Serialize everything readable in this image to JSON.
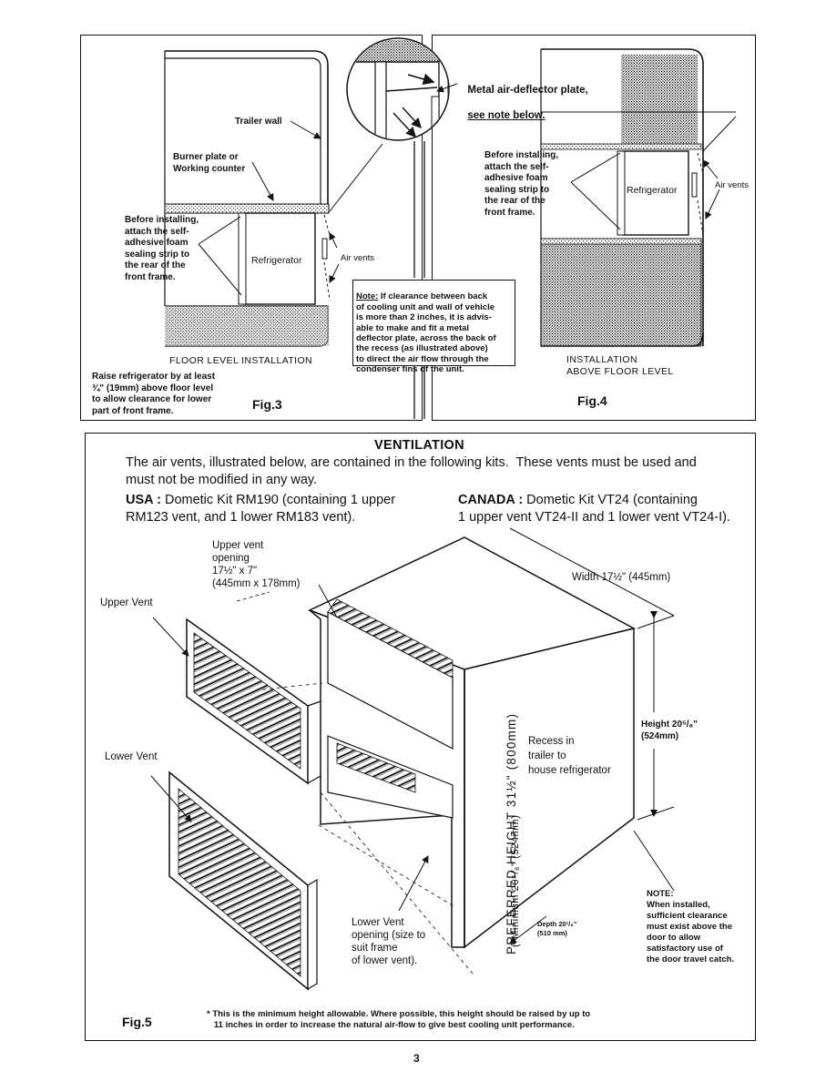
{
  "page": {
    "number": "3"
  },
  "fig3": {
    "label": "Fig.3",
    "trailer_wall": "Trailer wall",
    "burner_plate": "Burner plate or\nWorking counter",
    "before_installing": "Before installing,\nattach the self-\nadhesive foam\nsealing strip to\nthe rear of the\nfront frame.",
    "refrigerator": "Refrigerator",
    "air_vents": "Air vents",
    "installation_title": "FLOOR LEVEL INSTALLATION",
    "raise_note": "Raise refrigerator by at least\n¾\" (19mm) above floor level\nto allow clearance for lower\npart of front frame."
  },
  "deflector": {
    "label_line1": "Metal air-deflector plate,",
    "label_line2": "see note below."
  },
  "note": {
    "title": "Note:",
    "text": " If clearance between back\nof cooling unit and wall of vehicle\nis more than 2 inches, it is advis-\nable to make and fit a metal\ndeflector plate, across the back of\nthe recess (as illustrated above)\nto direct the air flow through the\ncondenser fins of the unit."
  },
  "fig4": {
    "label": "Fig.4",
    "before_installing": "Before installing,\nattach the self-\nadhesive foam\nsealing strip to\nthe rear of the\nfront frame.",
    "refrigerator": "Refrigerator",
    "air_vents": "Air vents",
    "installation_title": "INSTALLATION\nABOVE FLOOR LEVEL"
  },
  "ventilation": {
    "heading": "VENTILATION",
    "intro": "The air vents, illustrated below, are contained in the following kits.  These vents must be used and\nmust not be modified in any way.",
    "usa_label": "USA :",
    "usa_text": " Dometic Kit RM190 (containing 1 upper\nRM123 vent, and 1 lower RM183 vent).",
    "canada_label": "CANADA :",
    "canada_text": " Dometic Kit VT24 (containing\n1 upper vent VT24-II and 1 lower vent VT24-I)."
  },
  "fig5": {
    "label": "Fig.5",
    "upper_vent_opening": "Upper vent\nopening\n17½\" x 7\"\n(445mm x 178mm)",
    "upper_vent": "Upper Vent",
    "lower_vent": "Lower Vent",
    "width": "Width 17½\" (445mm)",
    "height": "Height 20⁵/₈\"\n(524mm)",
    "recess": "Recess in\ntrailer to\nhouse refrigerator",
    "preferred_height": "PREFERRED HEIGHT 31½\" (800mm)",
    "minimum": "(*Minimum 20⁵/₈\" (524mm)",
    "depth": "Depth 20¹/₈\"\n(510 mm)",
    "lower_vent_opening": "Lower Vent\nopening (size to\nsuit frame\nof lower vent).",
    "note": "NOTE:\nWhen installed,\nsufficient clearance\nmust exist above the\ndoor to allow\nsatisfactory use of\nthe door travel catch.",
    "footnote": "* This is the minimum height allowable. Where possible, this height should be raised by up to\n   11 inches in order to increase the natural air-flow to give best cooling unit performance."
  }
}
